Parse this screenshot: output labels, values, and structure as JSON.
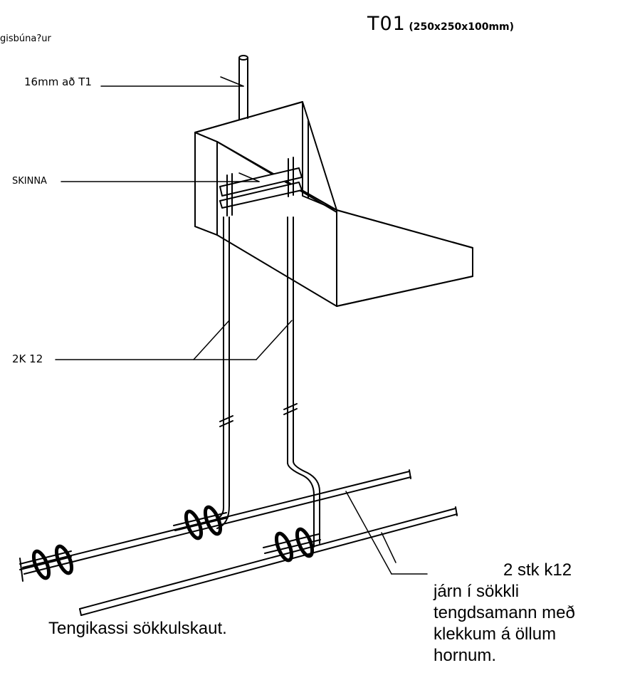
{
  "header": {
    "corner_text": "gisbúna?ur",
    "code": "T01",
    "dimensions": "(250x250x100mm)"
  },
  "labels": {
    "rod": "16mm að T1",
    "rail": "SKINNA",
    "bars": "2K 12",
    "caption": "Tengikassi sökkulskaut."
  },
  "note": {
    "lines": [
      "2 stk k12",
      "járn í sökkli",
      "tengdsamann með",
      "klekkum á öllum",
      "hornum."
    ]
  }
}
